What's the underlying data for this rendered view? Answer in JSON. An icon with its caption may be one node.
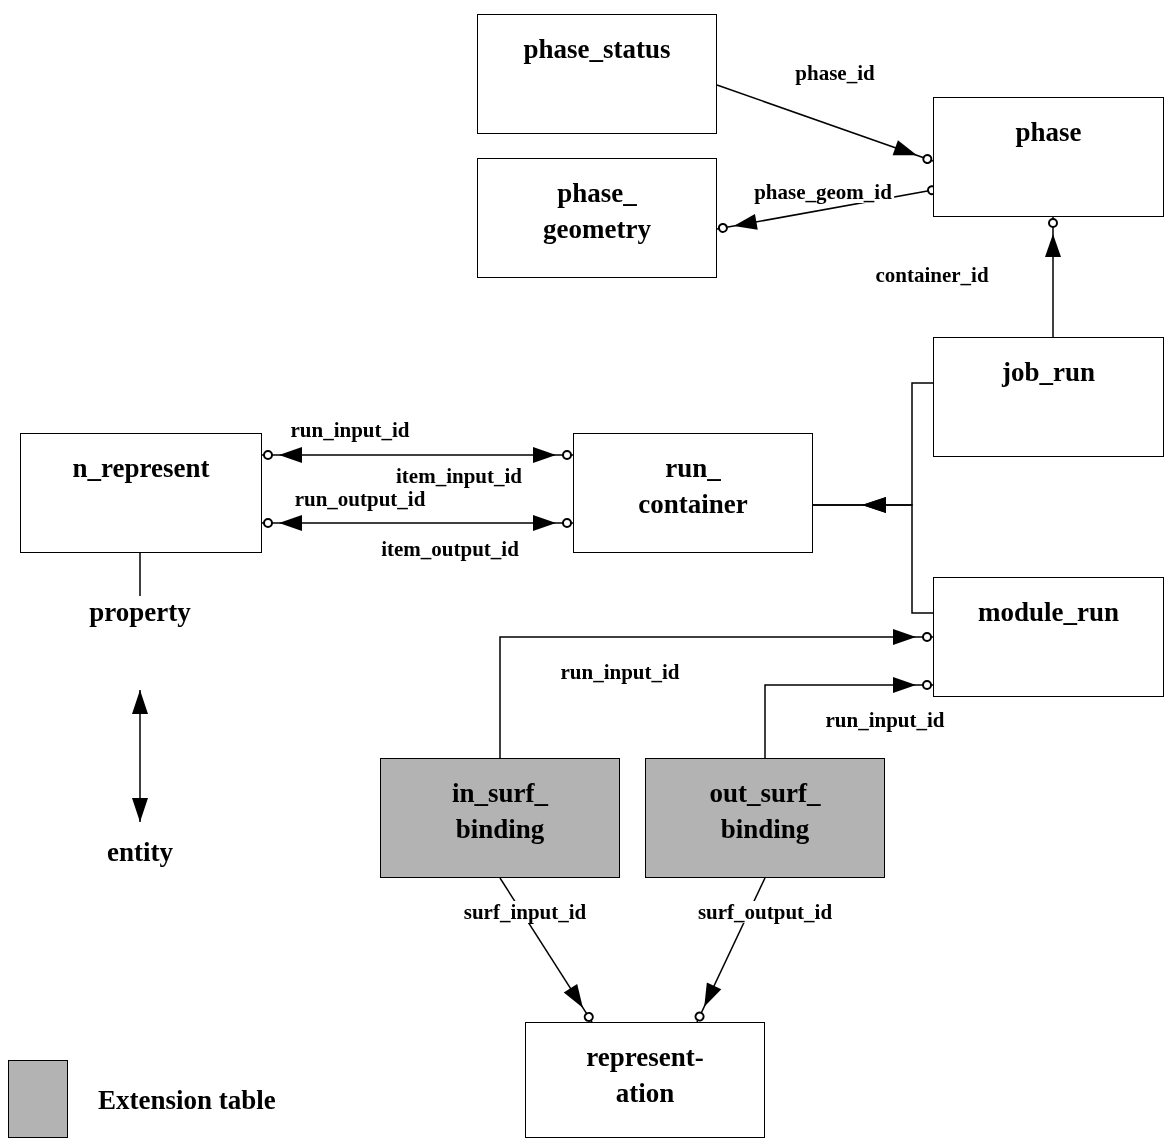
{
  "diagram": {
    "nodes": [
      {
        "text": [
          "phase_status"
        ]
      },
      {
        "text": [
          "phase"
        ]
      },
      {
        "text": [
          "phase_ geometry"
        ]
      },
      {
        "text": [
          "job_run"
        ]
      },
      {
        "text": [
          "n_represent"
        ]
      },
      {
        "text": [
          "run_ container"
        ]
      },
      {
        "text": [
          "module_run"
        ]
      },
      {
        "text": [
          "in_surf_ binding"
        ]
      },
      {
        "text": [
          "out_surf_ binding"
        ]
      },
      {
        "text": [
          "represent- ation"
        ]
      },
      {
        "text": [
          "property"
        ]
      },
      {
        "text": [
          "entity"
        ]
      }
    ],
    "edges": [
      {
        "from": 0,
        "to": 1,
        "arrow": "to",
        "label": "phase_id"
      },
      {
        "from": 1,
        "to": 2,
        "arrow": "to",
        "label": "phase_geom_id"
      },
      {
        "from": 3,
        "to": 1,
        "arrow": "to",
        "label": "container_id"
      },
      {
        "from": 4,
        "to": 5,
        "arrow": "both",
        "label": "run_input_id"
      },
      {
        "from": 4,
        "to": 5,
        "arrow": "both",
        "label": "run_output_id"
      },
      {
        "from": 3,
        "to": 5,
        "arrow": "to"
      },
      {
        "from": 6,
        "to": 5,
        "arrow": "to"
      },
      {
        "from": 7,
        "to": 6,
        "arrow": "to",
        "label": "run_input_id"
      },
      {
        "from": 8,
        "to": 6,
        "arrow": "to",
        "label": "run_input_id"
      },
      {
        "from": 7,
        "to": 9,
        "arrow": "to",
        "label": "surf_input_id"
      },
      {
        "from": 8,
        "to": 9,
        "arrow": "to",
        "label": "surf_output_id"
      },
      {
        "from": 4,
        "to": 10,
        "arrow": "none"
      },
      {
        "from": 10,
        "to": 11,
        "arrow": "both"
      }
    ],
    "labels": [
      "item_input_id",
      "item_output_id"
    ],
    "legend": [
      {
        "text": "Extension table",
        "color": "#b3b3b3"
      }
    ]
  }
}
